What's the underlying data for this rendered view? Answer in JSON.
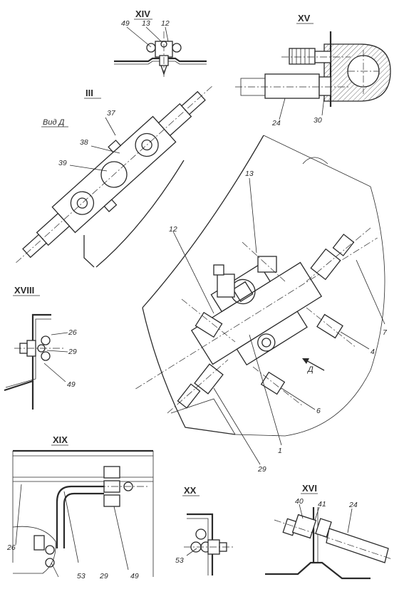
{
  "sections": {
    "xiv": "XIV",
    "xv": "XV",
    "iii": "III",
    "xviii": "XVIII",
    "xix": "XIX",
    "xx": "XX",
    "xvi": "XVI"
  },
  "view_label": "Вид Д",
  "view_arrow_label": "Д",
  "callouts": {
    "xiv": [
      "49",
      "13",
      "12"
    ],
    "xv": [
      "24",
      "30"
    ],
    "iii": [
      "37",
      "38",
      "39"
    ],
    "main": [
      "13",
      "12",
      "7",
      "4",
      "6",
      "1",
      "29"
    ],
    "xviii": [
      "26",
      "29",
      "49"
    ],
    "xix": [
      "26",
      "29",
      "53",
      "49"
    ],
    "xx": [
      "53"
    ],
    "xvi": [
      "40",
      "41",
      "24"
    ]
  }
}
